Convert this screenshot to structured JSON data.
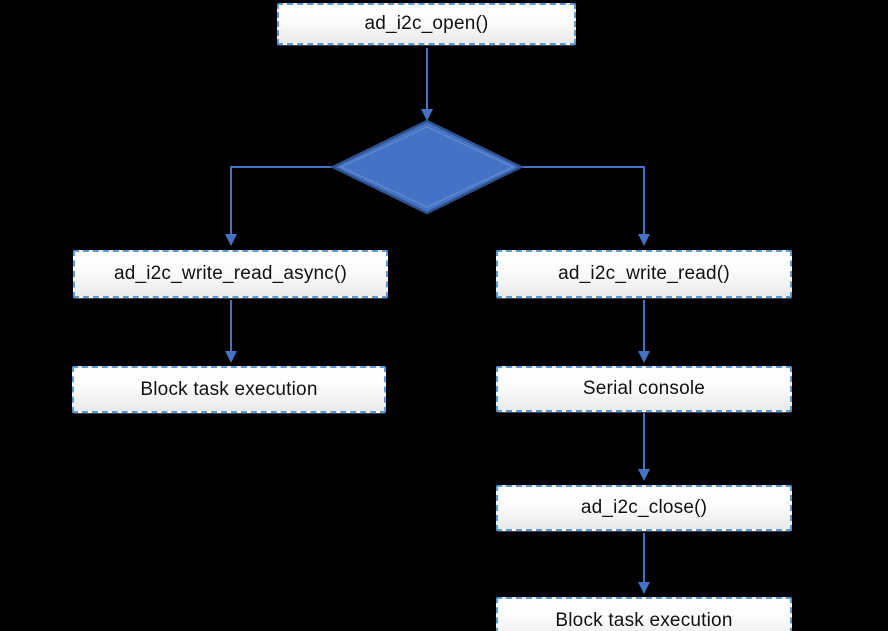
{
  "diagram": {
    "background_color": "#000000",
    "accent_color": "#4472C4",
    "diamond_fill": "#4472C4",
    "diamond_border_color": "#2F528F",
    "node_dash_border_color": "#5B9BD5",
    "node_fill_top": "#ffffff",
    "node_fill_bottom": "#e8e9ea",
    "node_text_color": "#111111",
    "nodes": [
      {
        "id": "ad_i2c_open",
        "label": "ad_i2c_open()",
        "type": "process"
      },
      {
        "id": "decision",
        "label": "",
        "type": "decision"
      },
      {
        "id": "ad_i2c_write_read_async",
        "label": "ad_i2c_write_read_async()",
        "type": "process"
      },
      {
        "id": "ad_i2c_write_read",
        "label": "ad_i2c_write_read()",
        "type": "process"
      },
      {
        "id": "block_task_execution_left",
        "label": "Block task execution",
        "type": "process"
      },
      {
        "id": "serial_console",
        "label": "Serial console",
        "type": "process"
      },
      {
        "id": "ad_i2c_close",
        "label": "ad_i2c_close()",
        "type": "process"
      },
      {
        "id": "block_task_execution_right",
        "label": "Block task execution",
        "type": "process"
      }
    ],
    "edges": [
      {
        "from": "ad_i2c_open",
        "to": "decision"
      },
      {
        "from": "decision",
        "to": "ad_i2c_write_read_async",
        "branch": "left"
      },
      {
        "from": "decision",
        "to": "ad_i2c_write_read",
        "branch": "right"
      },
      {
        "from": "ad_i2c_write_read_async",
        "to": "block_task_execution_left"
      },
      {
        "from": "ad_i2c_write_read",
        "to": "serial_console"
      },
      {
        "from": "serial_console",
        "to": "ad_i2c_close"
      },
      {
        "from": "ad_i2c_close",
        "to": "block_task_execution_right"
      }
    ]
  }
}
